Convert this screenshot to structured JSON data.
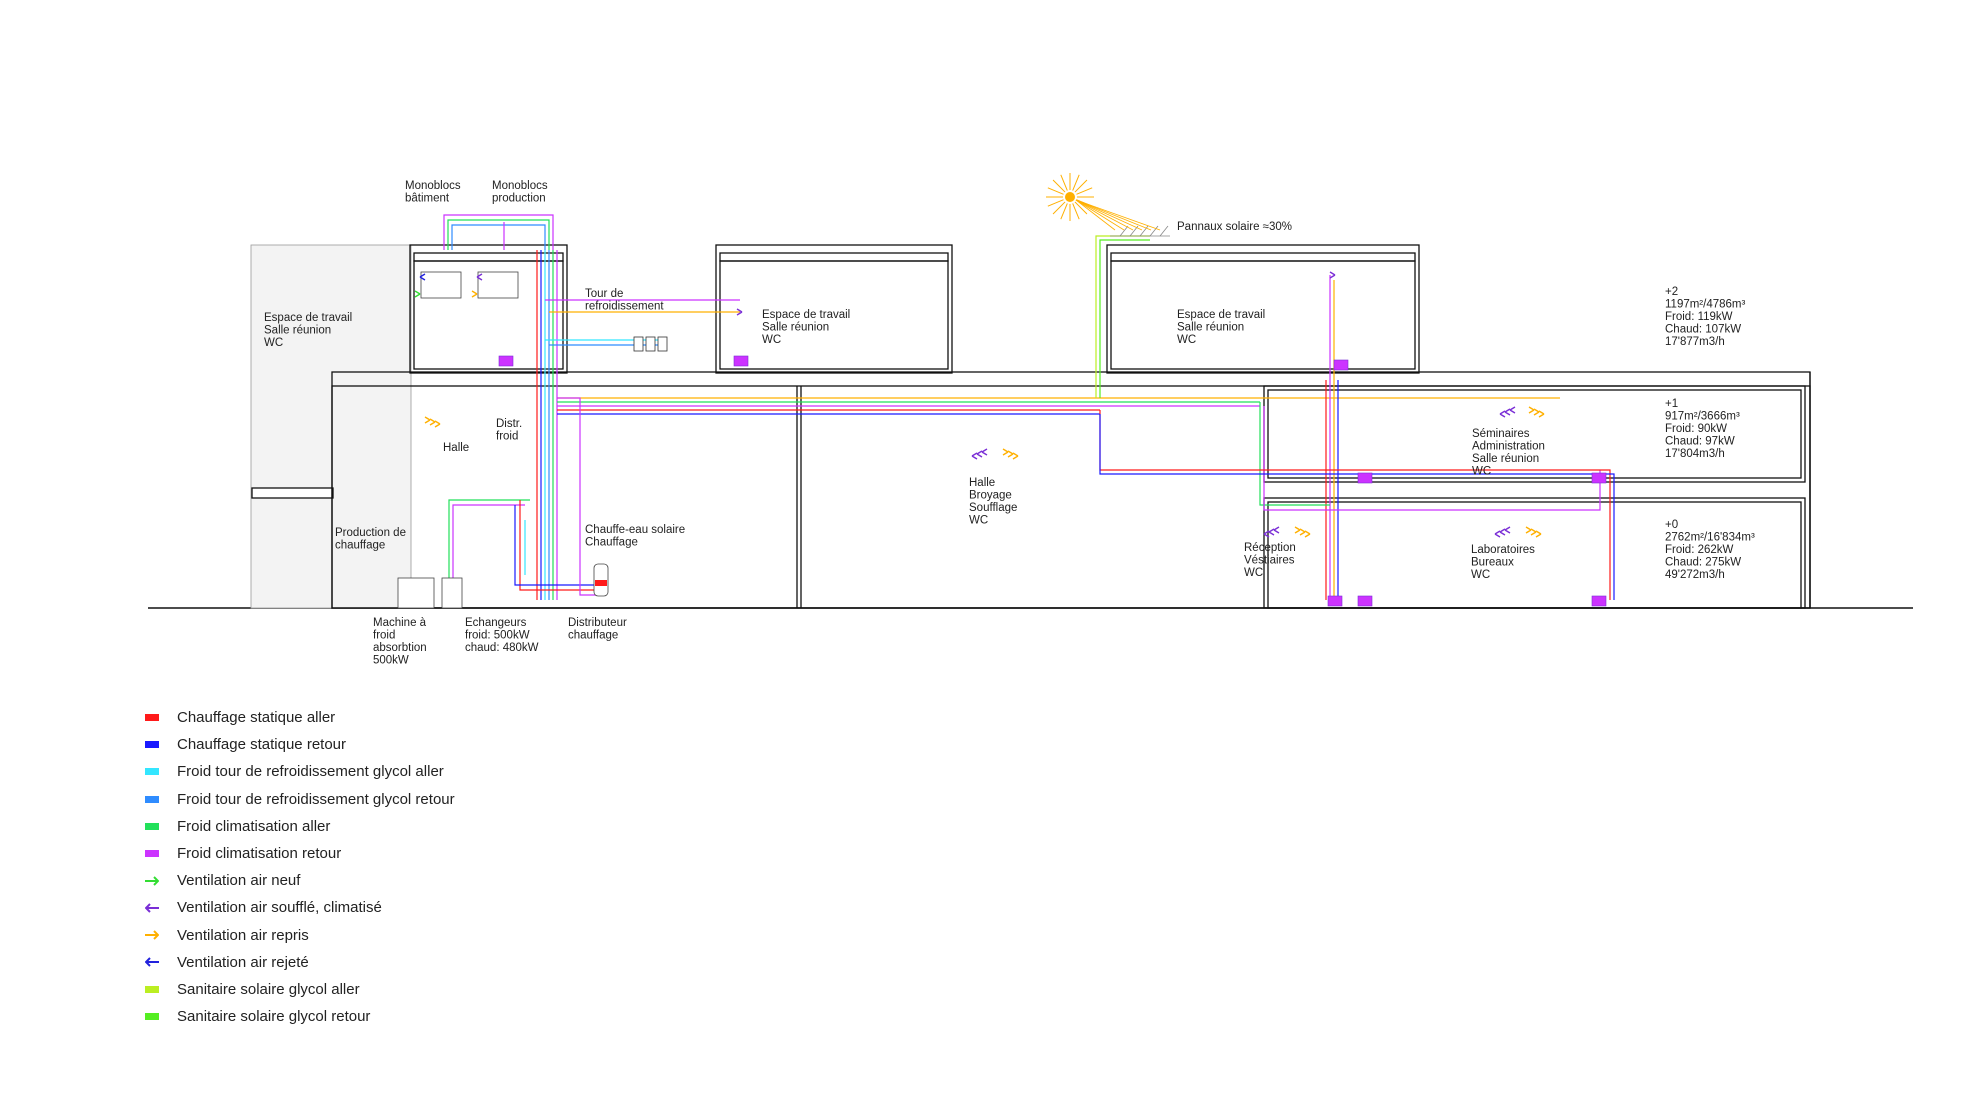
{
  "labels": {
    "monoblocs_batiment": [
      "Monoblocs",
      "bâtiment"
    ],
    "monoblocs_production": [
      "Monoblocs",
      "production"
    ],
    "tour": [
      "Tour de",
      "refroidissement"
    ],
    "espace_left": [
      "Espace de travail",
      "Salle réunion",
      "WC"
    ],
    "espace_mid": [
      "Espace de travail",
      "Salle réunion",
      "WC"
    ],
    "espace_right": [
      "Espace de travail",
      "Salle réunion",
      "WC"
    ],
    "halle": [
      "Halle"
    ],
    "distr_froid": [
      "Distr.",
      "froid"
    ],
    "production_chauffage": [
      "Production de",
      "chauffage"
    ],
    "chauffe_eau": [
      "Chauffe-eau solaire",
      "Chauffage"
    ],
    "machine": [
      "Machine à",
      "froid",
      "absorbtion",
      "500kW"
    ],
    "echangeurs": [
      "Echangeurs",
      "froid: 500kW",
      "chaud: 480kW"
    ],
    "distributeur": [
      "Distributeur",
      "chauffage"
    ],
    "halle_broyage": [
      "Halle",
      "Broyage",
      "Soufflage",
      "WC"
    ],
    "seminaires": [
      "Séminaires",
      "Administration",
      "Salle réunion",
      "WC"
    ],
    "reception": [
      "Réception",
      "Véstiaires",
      "WC"
    ],
    "laboratoires": [
      "Laboratoires",
      "Bureaux",
      "WC"
    ],
    "pannaux": [
      "Pannaux solaire ≈30%"
    ],
    "floor2": [
      "+2",
      "1197m²/4786m³",
      "Froid: 119kW",
      "Chaud: 107kW",
      "17'877m3/h"
    ],
    "floor1": [
      "+1",
      "917m²/3666m³",
      "Froid: 90kW",
      "Chaud: 97kW",
      "17'804m3/h"
    ],
    "floor0": [
      "+0",
      "2762m²/16'834m³",
      "Froid: 262kW",
      "Chaud: 275kW",
      "49'272m3/h"
    ]
  },
  "colors": {
    "red": "#ff1a1a",
    "blue": "#1a1aff",
    "cyan": "#33e6ff",
    "ltblue": "#2f8cff",
    "green": "#22e05a",
    "magenta": "#cc33ff",
    "vnew": "#33dd33",
    "vsouffle": "#7a2ed6",
    "vrepris": "#ffb000",
    "vrejete": "#2222dd",
    "solgo": "#bbee22",
    "solret": "#55ee22",
    "sun": "#ffb000"
  },
  "legend": [
    {
      "label": "Chauffage statique aller",
      "color": "#ff1a1a",
      "kind": "bar"
    },
    {
      "label": "Chauffage statique retour",
      "color": "#1a1aff",
      "kind": "bar"
    },
    {
      "label": "Froid tour de refroidissement glycol aller",
      "color": "#33e6ff",
      "kind": "bar"
    },
    {
      "label": "Froid tour de refroidissement glycol retour",
      "color": "#2f8cff",
      "kind": "bar"
    },
    {
      "label": "Froid climatisation aller",
      "color": "#22e05a",
      "kind": "bar"
    },
    {
      "label": "Froid climatisation retour",
      "color": "#cc33ff",
      "kind": "bar"
    },
    {
      "label": "Ventilation air neuf",
      "color": "#33dd33",
      "kind": "arrow-right"
    },
    {
      "label": "Ventilation air soufflé, climatisé",
      "color": "#7a2ed6",
      "kind": "arrow-left"
    },
    {
      "label": "Ventilation air repris",
      "color": "#ffb000",
      "kind": "arrow-right"
    },
    {
      "label": "Ventilation air rejeté",
      "color": "#2222dd",
      "kind": "arrow-left"
    },
    {
      "label": "Sanitaire solaire glycol aller",
      "color": "#bbee22",
      "kind": "bar"
    },
    {
      "label": "Sanitaire solaire glycol retour",
      "color": "#55ee22",
      "kind": "bar"
    }
  ]
}
